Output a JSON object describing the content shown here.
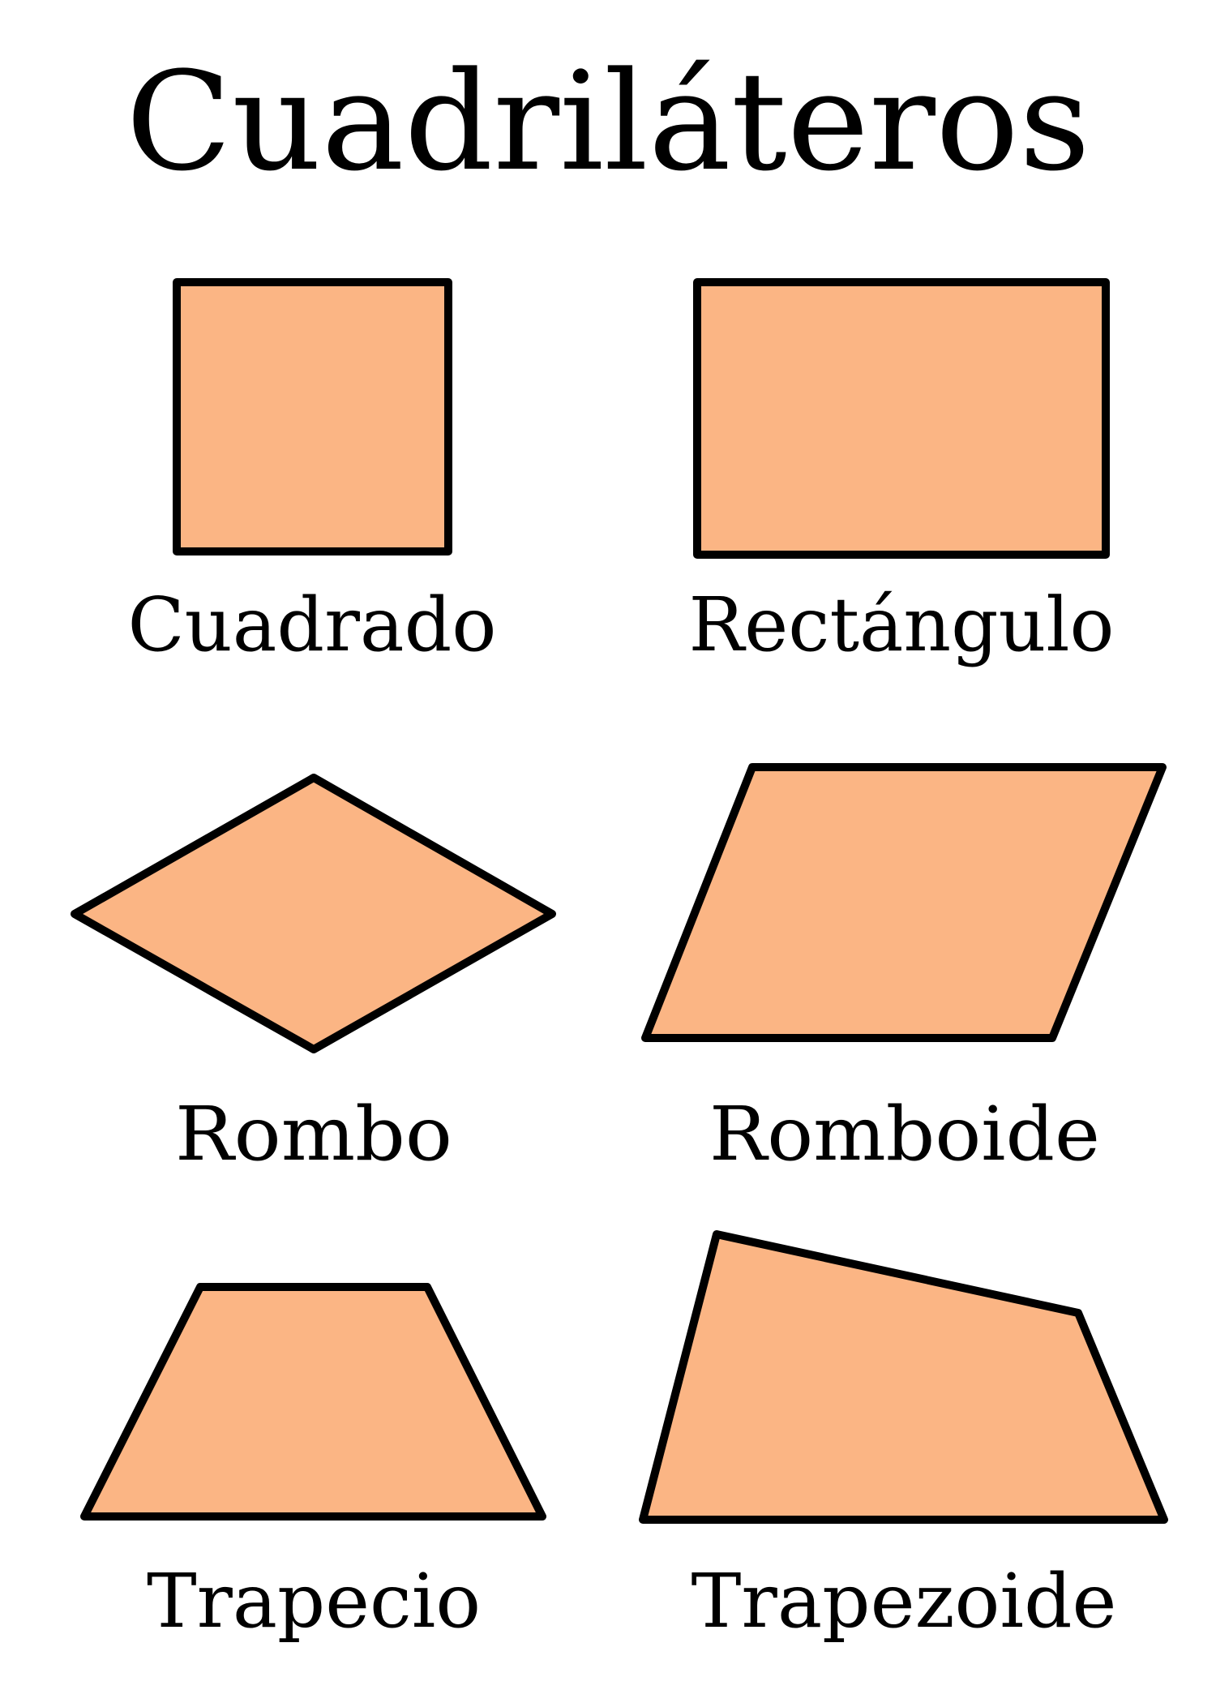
{
  "title": "Cuadriláteros",
  "colors": {
    "fill": "#FBB584",
    "stroke": "#000000",
    "text": "#000000"
  },
  "shapes": [
    {
      "id": "cuadrado",
      "label": "Cuadrado"
    },
    {
      "id": "rectangulo",
      "label": "Rectángulo"
    },
    {
      "id": "rombo",
      "label": "Rombo"
    },
    {
      "id": "romboide",
      "label": "Romboide"
    },
    {
      "id": "trapecio",
      "label": "Trapecio"
    },
    {
      "id": "trapezoide",
      "label": "Trapezoide"
    }
  ]
}
